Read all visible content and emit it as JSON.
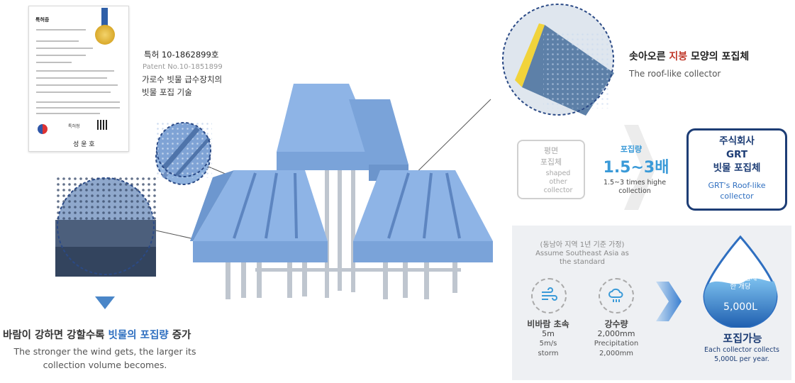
{
  "certificate": {
    "title": "특허증",
    "signature": "성 윤 호",
    "org": "특허청"
  },
  "patent": {
    "number_ko": "특허 10-1862899호",
    "number_en": "Patent No.10-1851899",
    "desc_line1": "가로수 빗물 급수장치의",
    "desc_line2": "빗물 포집 기술"
  },
  "roof_collector": {
    "title_pre": "솟아오른 ",
    "title_highlight": "지붕",
    "title_post": " 모양의 포집체",
    "subtitle": "The roof-like collector"
  },
  "comparison": {
    "flat_ko_1": "평면",
    "flat_ko_2": "포집체",
    "flat_en_1": "shaped",
    "flat_en_2": "other",
    "flat_en_3": "collector",
    "mid_label": "포집량",
    "mid_value": "1.5~3배",
    "mid_sub_1": "1.5~3 times highe",
    "mid_sub_2": "collection",
    "grt_ko_1": "주식회사",
    "grt_ko_2": "GRT",
    "grt_ko_3": "빗물 포집체",
    "grt_en_1": "GRT's Roof-like",
    "grt_en_2": "collector"
  },
  "stats": {
    "assume_ko": "(동남아 지역 1년 기준 가정)",
    "assume_en_1": "Assume Southeast Asia as",
    "assume_en_2": "the standard",
    "wind_ko": "비바람 초속",
    "wind_value": "5m",
    "wind_en_1": "5m/s",
    "wind_en_2": "storm",
    "rain_ko": "강수량",
    "rain_value": "2,000mm",
    "rain_en_1": "Precipitation",
    "rain_en_2": "2,000mm",
    "drop_line1": "단독 포집체",
    "drop_line2": "한 개당",
    "drop_value": "5,000L",
    "collect_ko": "포집가능",
    "collect_en_1": "Each collector collects",
    "collect_en_2": "5,000L per year.",
    "wind_icon": "wind-icon",
    "rain_icon": "rain-cloud-icon",
    "drop_icon": "water-drop-icon"
  },
  "wind_caption": {
    "ko_pre": "바람이 강하면 강할수록 ",
    "ko_highlight": "빗물의 포집량",
    "ko_post": " 증가",
    "en_1": "The stronger the wind gets, the larger its",
    "en_2": "collection volume becomes."
  },
  "colors": {
    "accent_blue": "#3a9ad8",
    "navy": "#1d3d75",
    "collector_blue": "#7aa7e0"
  }
}
